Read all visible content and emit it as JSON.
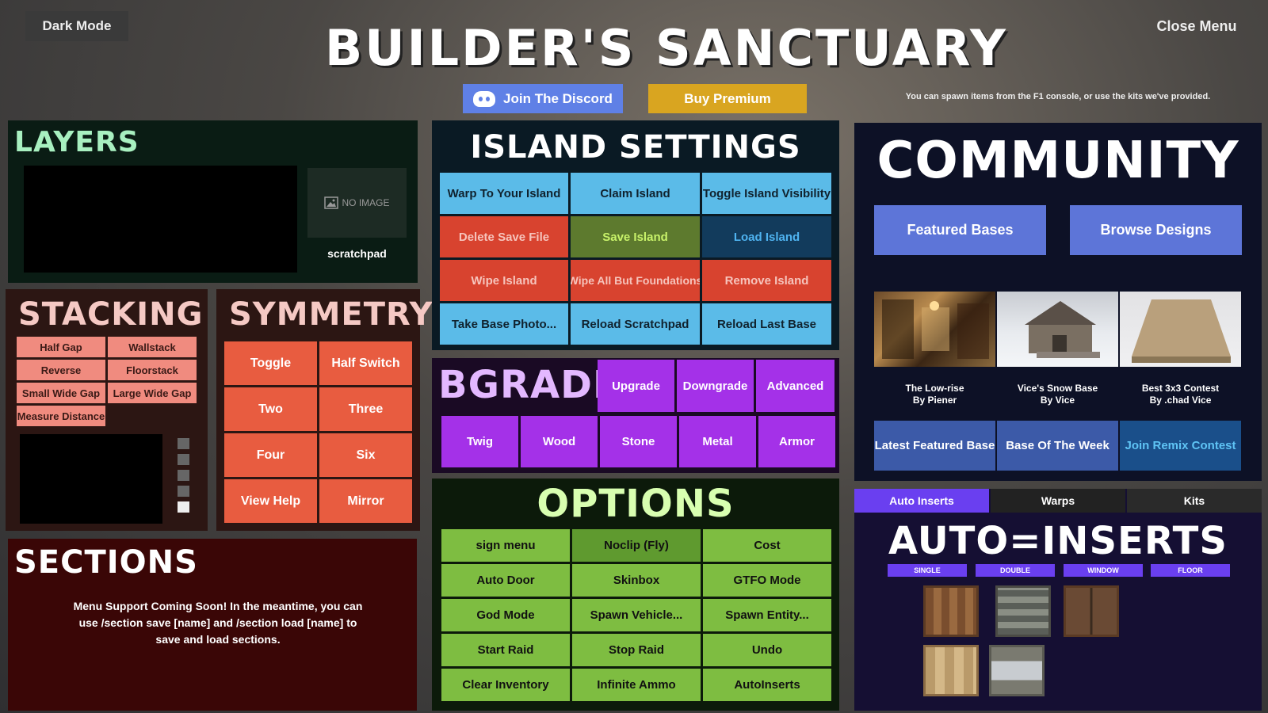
{
  "top": {
    "dark_mode": "Dark Mode",
    "close_menu": "Close Menu",
    "title": "BUiLDER'S SANCTUARY",
    "discord": "Join The Discord",
    "premium": "Buy Premium",
    "hint": "You can spawn items from the F1 console, or use the kits we've provided."
  },
  "layers": {
    "title": "LAYERS",
    "no_image": "NO IMAGE",
    "scratchpad": "scratchpad"
  },
  "stacking": {
    "title": "STACKiNG",
    "buttons": [
      "Half Gap",
      "Wallstack",
      "Reverse",
      "Floorstack",
      "Small Wide Gap",
      "Large Wide Gap",
      "Measure Distance"
    ]
  },
  "symmetry": {
    "title": "SYMMETRY",
    "buttons": [
      "Toggle",
      "Half Switch",
      "Two",
      "Three",
      "Four",
      "Six",
      "View Help",
      "Mirror"
    ]
  },
  "sections": {
    "title": "SECTiONS",
    "text": "Menu Support Coming Soon! In the meantime, you can use /section save [name] and /section load [name] to save and load sections."
  },
  "island": {
    "title": "iSLAND SETTiNGS",
    "buttons": [
      "Warp To Your Island",
      "Claim Island",
      "Toggle Island Visibility",
      "Delete Save File",
      "Save Island",
      "Load Island",
      "Wipe Island",
      "Wipe All But Foundations",
      "Remove Island",
      "Take Base Photo...",
      "Reload Scratchpad",
      "Reload Last Base"
    ],
    "colors": {
      "light_blue": "#5bbbe8",
      "red": "#d8432f",
      "olive": "#5d7a2e",
      "navy": "#123b5c"
    }
  },
  "bgrade": {
    "title": "BGRADE",
    "top": [
      "Upgrade",
      "Downgrade",
      "Advanced"
    ],
    "grades": [
      "Twig",
      "Wood",
      "Stone",
      "Metal",
      "Armor"
    ]
  },
  "options": {
    "title": "OPTiONS",
    "buttons": [
      "sign menu",
      "Noclip (Fly)",
      "Cost",
      "Auto Door",
      "Skinbox",
      "GTFO Mode",
      "God Mode",
      "Spawn Vehicle...",
      "Spawn Entity...",
      "Start Raid",
      "Stop Raid",
      "Undo",
      "Clear Inventory",
      "Infinite Ammo",
      "AutoInserts"
    ]
  },
  "community": {
    "title": "COMMUNiTY",
    "featured": "Featured Bases",
    "browse": "Browse Designs",
    "bases": [
      {
        "name": "The Low-rise",
        "by": "By Piener"
      },
      {
        "name": "Vice's Snow Base",
        "by": "By Vice"
      },
      {
        "name": "Best 3x3 Contest",
        "by": "By .chad Vice"
      }
    ],
    "latest": "Latest Featured Base",
    "week": "Base Of The Week",
    "remix": "Join Remix Contest"
  },
  "inserts": {
    "tabs": [
      "Auto Inserts",
      "Warps",
      "Kits"
    ],
    "title": "AUTO=iNSERTS",
    "sub_tabs": [
      "SINGLE",
      "DOUBLE",
      "WINDOW",
      "FLOOR"
    ]
  }
}
